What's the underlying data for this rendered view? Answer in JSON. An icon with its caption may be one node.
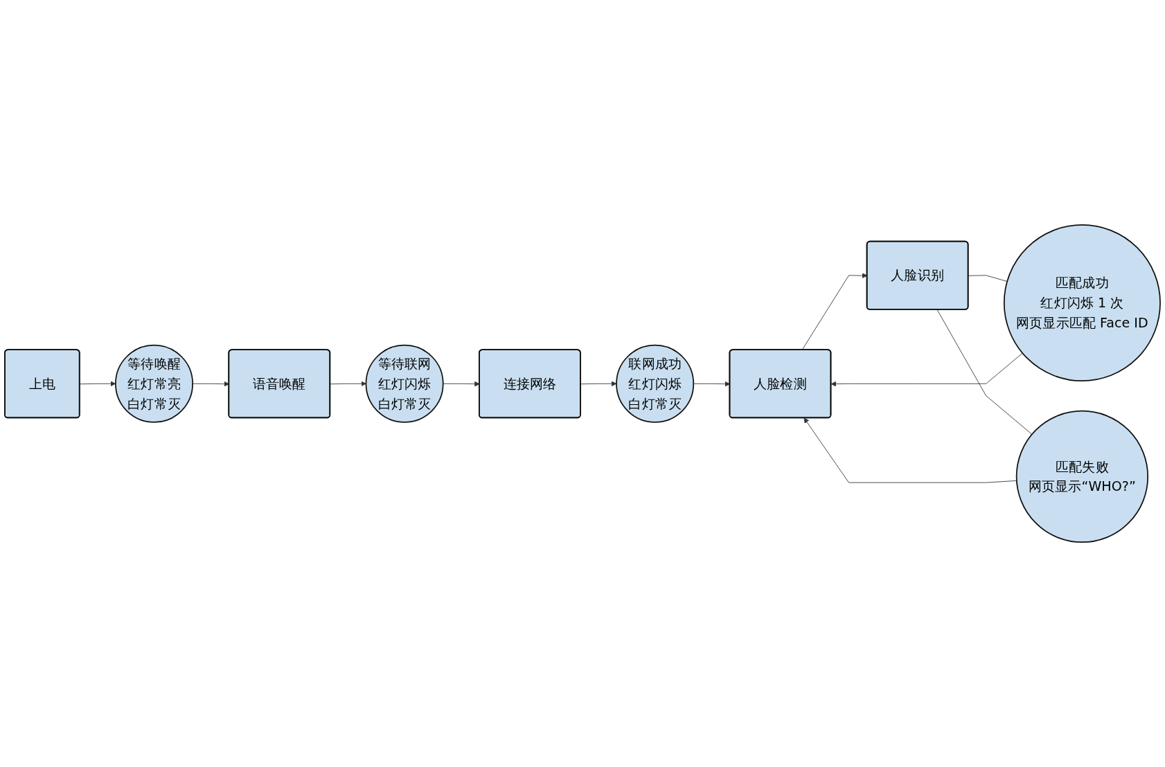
{
  "diagram": {
    "nodes": [
      {
        "text": [
          "上电"
        ]
      },
      {
        "text": [
          "等待唤醒",
          "红灯常亮",
          "白灯常灭"
        ]
      },
      {
        "text": [
          "语音唤醒"
        ]
      },
      {
        "text": [
          "等待联网",
          "红灯闪烁",
          "白灯常灭"
        ]
      },
      {
        "text": [
          "连接网络"
        ]
      },
      {
        "text": [
          "联网成功",
          "红灯闪烁",
          "白灯常灭"
        ]
      },
      {
        "text": [
          "人脸检测"
        ]
      },
      {
        "text": [
          "人脸识别"
        ]
      },
      {
        "text": [
          "匹配成功",
          "红灯闪烁 1 次",
          "网页显示匹配 Face ID"
        ]
      },
      {
        "text": [
          "匹配失败",
          "网页显示“WHO?”"
        ]
      }
    ],
    "edges": [
      {
        "from": 0,
        "to": 1,
        "arrow": "to"
      },
      {
        "from": 1,
        "to": 2,
        "arrow": "to"
      },
      {
        "from": 2,
        "to": 3,
        "arrow": "to"
      },
      {
        "from": 3,
        "to": 4,
        "arrow": "to"
      },
      {
        "from": 4,
        "to": 5,
        "arrow": "to"
      },
      {
        "from": 5,
        "to": 6,
        "arrow": "to"
      },
      {
        "from": 6,
        "to": 7,
        "arrow": "to"
      },
      {
        "from": 7,
        "to": 8,
        "arrow": "none"
      },
      {
        "from": 7,
        "to": 9,
        "arrow": "none"
      },
      {
        "from": 8,
        "to": 6,
        "arrow": "to"
      },
      {
        "from": 9,
        "to": 6,
        "arrow": "to"
      }
    ]
  }
}
